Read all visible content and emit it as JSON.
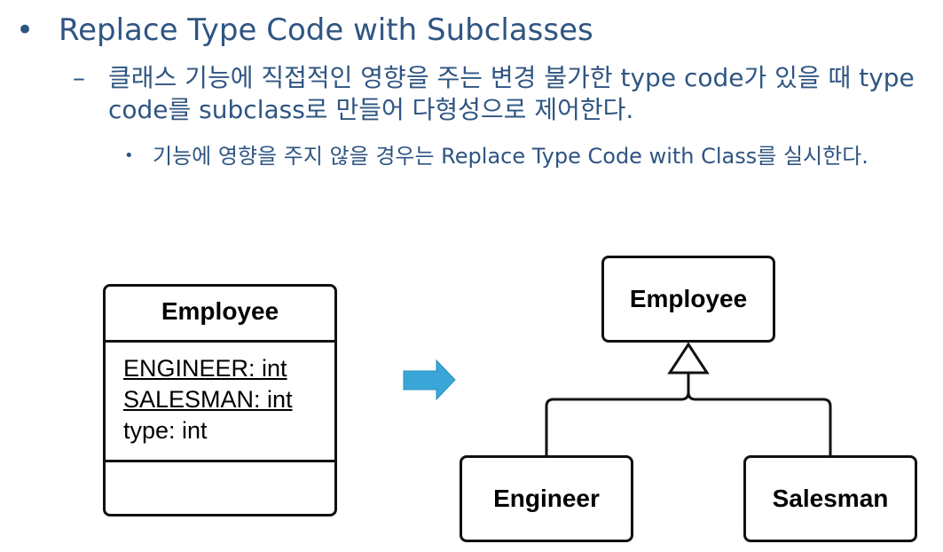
{
  "bullets": {
    "level1": {
      "marker": "•",
      "text": "Replace Type Code with Subclasses"
    },
    "level2": {
      "marker": "–",
      "text": "클래스 기능에 직접적인 영향을 주는 변경 불가한 type code가 있을 때 type code를 subclass로 만들어 다형성으로 제어한다."
    },
    "level3": {
      "marker": "•",
      "text": "기능에 영향을 주지 않을 경우는 Replace Type Code with Class를 실시한다."
    }
  },
  "diagram": {
    "before": {
      "class_name": "Employee",
      "static_attributes": [
        "ENGINEER: int",
        "SALESMAN: int"
      ],
      "attributes": [
        "type: int"
      ]
    },
    "arrow_color": "#3aa6d8",
    "after": {
      "superclass": "Employee",
      "subclasses": [
        "Engineer",
        "Salesman"
      ]
    }
  }
}
